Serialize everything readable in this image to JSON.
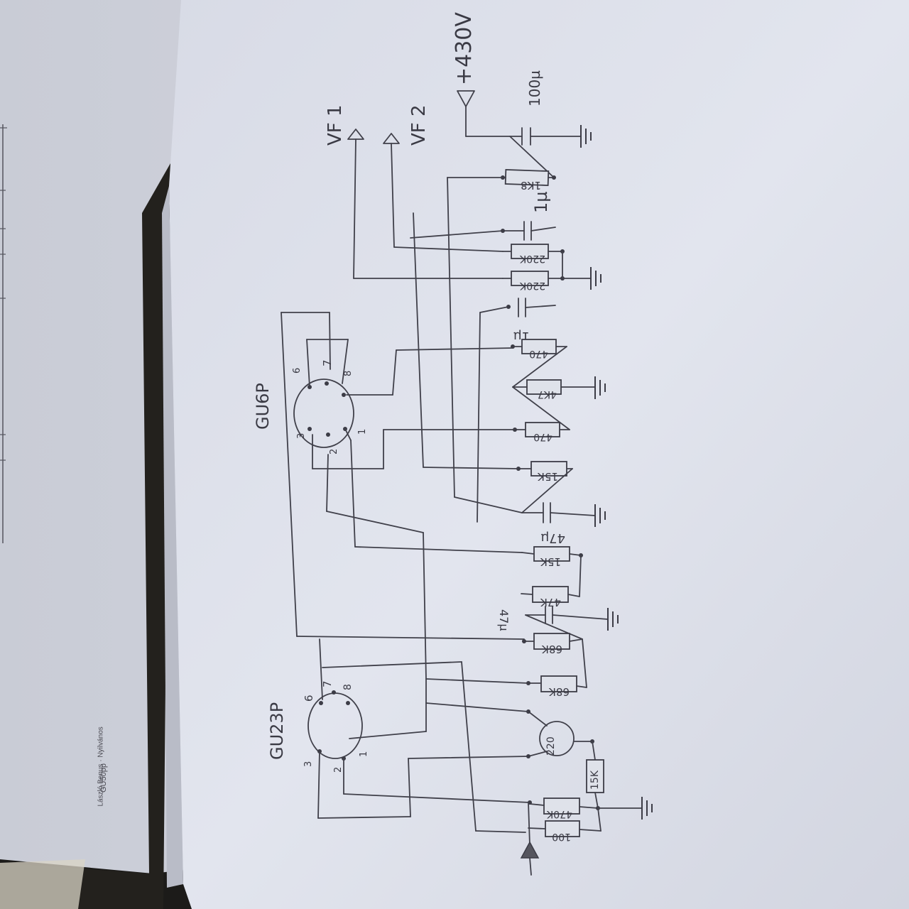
{
  "back_sheet": {
    "author_line": "László Benus · Nyilvános",
    "file_name": "GU50pp"
  },
  "schematic": {
    "supply_label": "+430V",
    "output_labels": [
      "VF 1",
      "VF 2"
    ],
    "tube_labels": [
      "GU6P",
      "GU23P"
    ],
    "pin_labels": {
      "gu6p": [
        "6",
        "7",
        "8",
        "3",
        "2",
        "1"
      ],
      "gu23p": [
        "6",
        "7",
        "8",
        "3",
        "2",
        "1"
      ]
    },
    "component_values": {
      "r_1k8": "1K8",
      "c_100u": "100µ",
      "c_1u": "1µ",
      "r_220k_top": "220K",
      "r_220k_bottom": "220K",
      "c_1u_b": "1µ",
      "r_470_a": "470",
      "r_4k7": "4K7",
      "r_470_b": "470",
      "r_15k_a": "15K",
      "c_47u_a": "47µ",
      "r_15k_b": "15K",
      "r_47k": "47K",
      "c_47u_b": "47µ",
      "r_68k_a": "68K",
      "r_68k_b": "68K",
      "pot_220": "220",
      "r_15k_c": "15K",
      "r_470k": "470K",
      "r_100": "100"
    }
  }
}
